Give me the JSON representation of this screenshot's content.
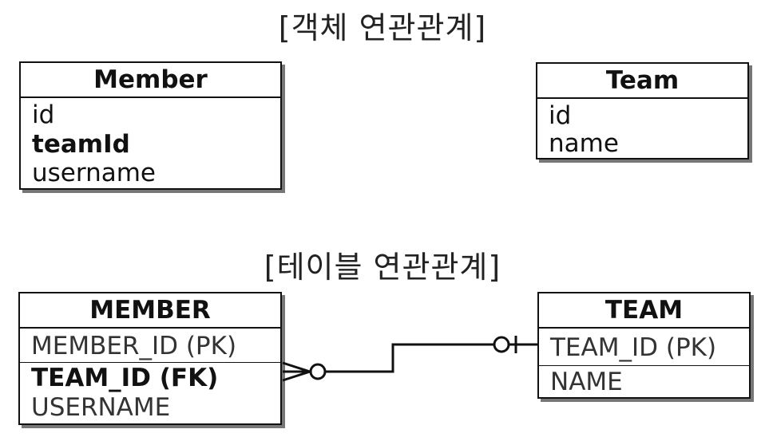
{
  "object_section": {
    "title": "[객체 연관관계]",
    "member": {
      "name": "Member",
      "fields": [
        "id",
        "teamId",
        "username"
      ],
      "bold_field_index": 1
    },
    "team": {
      "name": "Team",
      "fields": [
        "id",
        "name"
      ]
    }
  },
  "table_section": {
    "title": "[테이블 연관관계]",
    "member": {
      "name": "MEMBER",
      "fields": [
        "MEMBER_ID (PK)",
        "TEAM_ID (FK)",
        "USERNAME"
      ],
      "bold_field_index": 1
    },
    "team": {
      "name": "TEAM",
      "fields": [
        "TEAM_ID (PK)",
        "NAME"
      ]
    }
  },
  "relationship": {
    "from": "MEMBER",
    "to": "TEAM",
    "from_end": "zero-or-many",
    "to_end": "zero-or-one"
  }
}
